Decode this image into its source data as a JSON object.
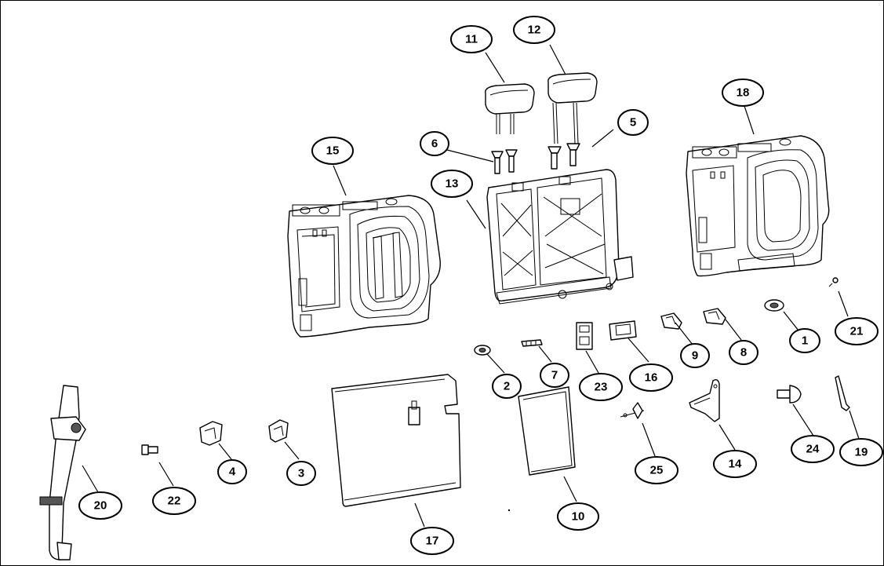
{
  "callouts": [
    {
      "id": "c1",
      "label": "1"
    },
    {
      "id": "c2",
      "label": "2"
    },
    {
      "id": "c3",
      "label": "3"
    },
    {
      "id": "c4",
      "label": "4"
    },
    {
      "id": "c5",
      "label": "5"
    },
    {
      "id": "c6",
      "label": "6"
    },
    {
      "id": "c7",
      "label": "7"
    },
    {
      "id": "c8",
      "label": "8"
    },
    {
      "id": "c9",
      "label": "9"
    },
    {
      "id": "c10",
      "label": "10"
    },
    {
      "id": "c11",
      "label": "11"
    },
    {
      "id": "c12",
      "label": "12"
    },
    {
      "id": "c13",
      "label": "13"
    },
    {
      "id": "c14",
      "label": "14"
    },
    {
      "id": "c15",
      "label": "15"
    },
    {
      "id": "c16",
      "label": "16"
    },
    {
      "id": "c17",
      "label": "17"
    },
    {
      "id": "c18",
      "label": "18"
    },
    {
      "id": "c19",
      "label": "19"
    },
    {
      "id": "c20",
      "label": "20"
    },
    {
      "id": "c21",
      "label": "21"
    },
    {
      "id": "c22",
      "label": "22"
    },
    {
      "id": "c23",
      "label": "23"
    },
    {
      "id": "c24",
      "label": "24"
    },
    {
      "id": "c25",
      "label": "25"
    }
  ]
}
